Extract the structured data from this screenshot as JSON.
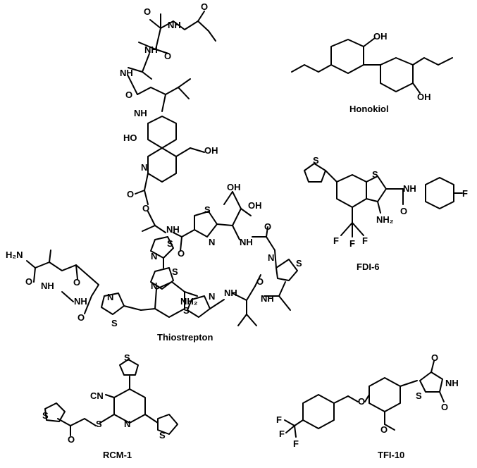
{
  "compounds": [
    {
      "id": "thiostrepton",
      "name": "Thiostrepton"
    },
    {
      "id": "honokiol",
      "name": "Honokiol"
    },
    {
      "id": "fdi6",
      "name": "FDI-6"
    },
    {
      "id": "rcm1",
      "name": "RCM-1"
    },
    {
      "id": "tfi10",
      "name": "TFI-10"
    }
  ],
  "atom_labels": {
    "o": "O",
    "nh": "NH",
    "oh": "OH",
    "ho": "HO",
    "n": "N",
    "s": "S",
    "h2n": "H₂N",
    "nh2": "NH₂",
    "f": "F",
    "cn": "CN"
  }
}
